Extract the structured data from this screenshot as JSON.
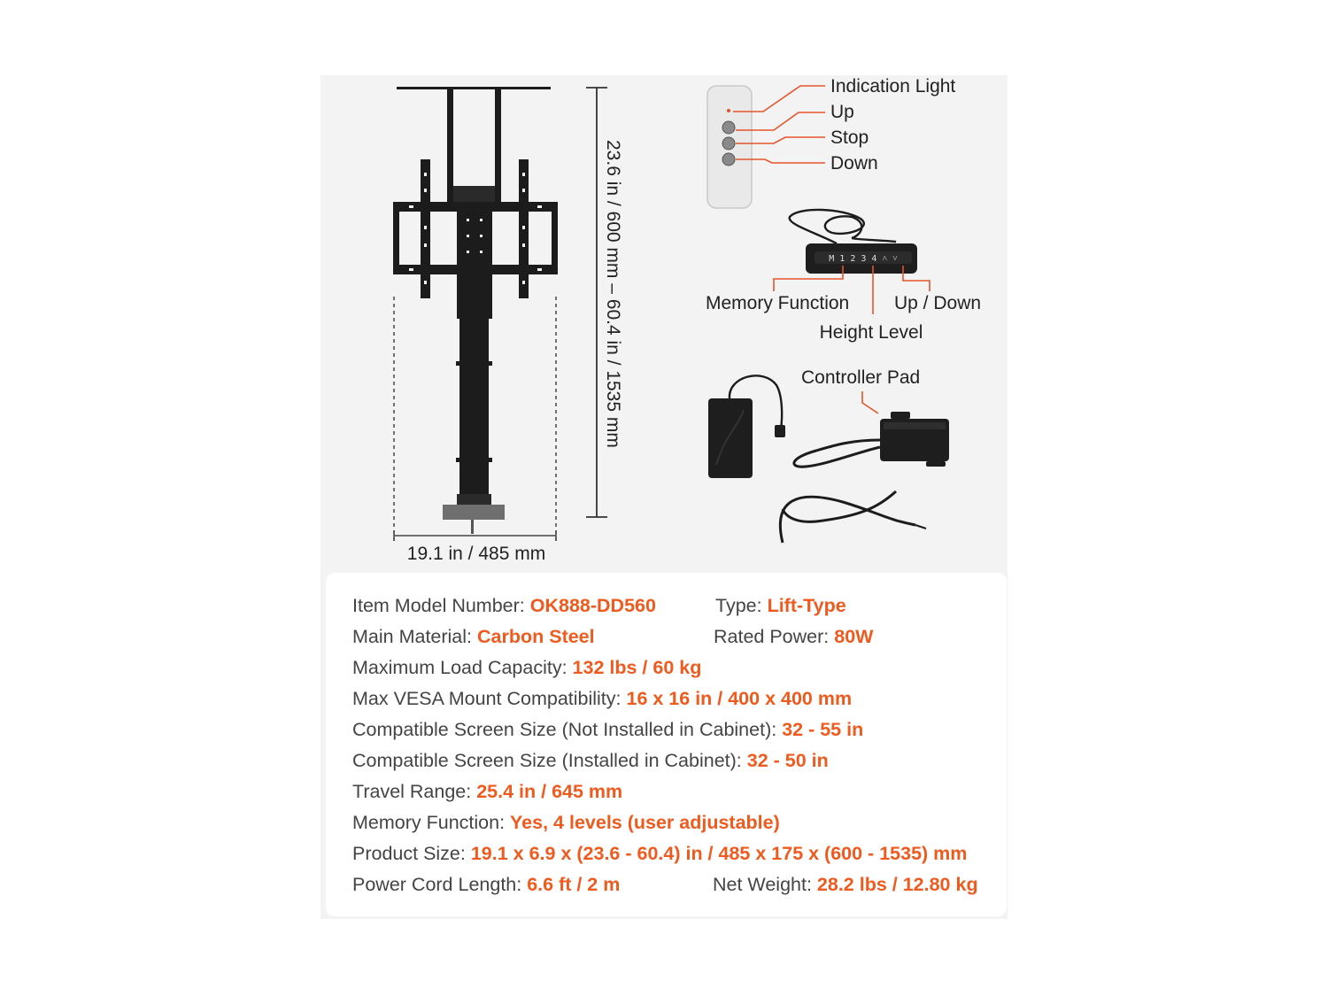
{
  "colors": {
    "accent": "#ef5a1e",
    "leader": "#e4542a",
    "panel": "#f3f3f3",
    "metal": "#1c1c1c"
  },
  "diagram": {
    "height_dim": "23.6 in / 600 mm  –  60.4 in / 1535 mm",
    "width_dim": "19.1 in / 485 mm",
    "remote_labels": {
      "light": "Indication Light",
      "up": "Up",
      "stop": "Stop",
      "down": "Down"
    },
    "keypad_keys": "M 1 2 3 4 ˄ ˅",
    "keypad_labels": {
      "memory": "Memory Function",
      "height": "Height Level",
      "updown": "Up / Down"
    },
    "controller_label": "Controller Pad"
  },
  "specs": {
    "model_key": "Item Model Number: ",
    "model_val": "OK888-DD560",
    "type_key": "Type: ",
    "type_val": "Lift-Type",
    "material_key": "Main Material: ",
    "material_val": "Carbon Steel",
    "power_key": "Rated Power: ",
    "power_val": "80W",
    "load_key": "Maximum Load Capacity: ",
    "load_val": "132 lbs / 60 kg",
    "vesa_key": "Max VESA Mount Compatibility: ",
    "vesa_val": "16 x 16 in / 400 x 400 mm",
    "screen_out_key": "Compatible Screen Size (Not Installed in Cabinet): ",
    "screen_out_val": "32 - 55 in",
    "screen_in_key": "Compatible Screen Size (Installed in Cabinet): ",
    "screen_in_val": "32 - 50 in",
    "travel_key": "Travel Range: ",
    "travel_val": "25.4 in / 645 mm",
    "memory_key": "Memory Function: ",
    "memory_val": "Yes, 4 levels (user adjustable)",
    "size_key": "Product Size: ",
    "size_val": "19.1 x 6.9 x (23.6 - 60.4) in / 485 x 175 x (600 - 1535) mm",
    "cord_key": "Power Cord Length: ",
    "cord_val": "6.6 ft / 2 m",
    "weight_key": "Net Weight: ",
    "weight_val": "28.2 lbs / 12.80 kg"
  }
}
